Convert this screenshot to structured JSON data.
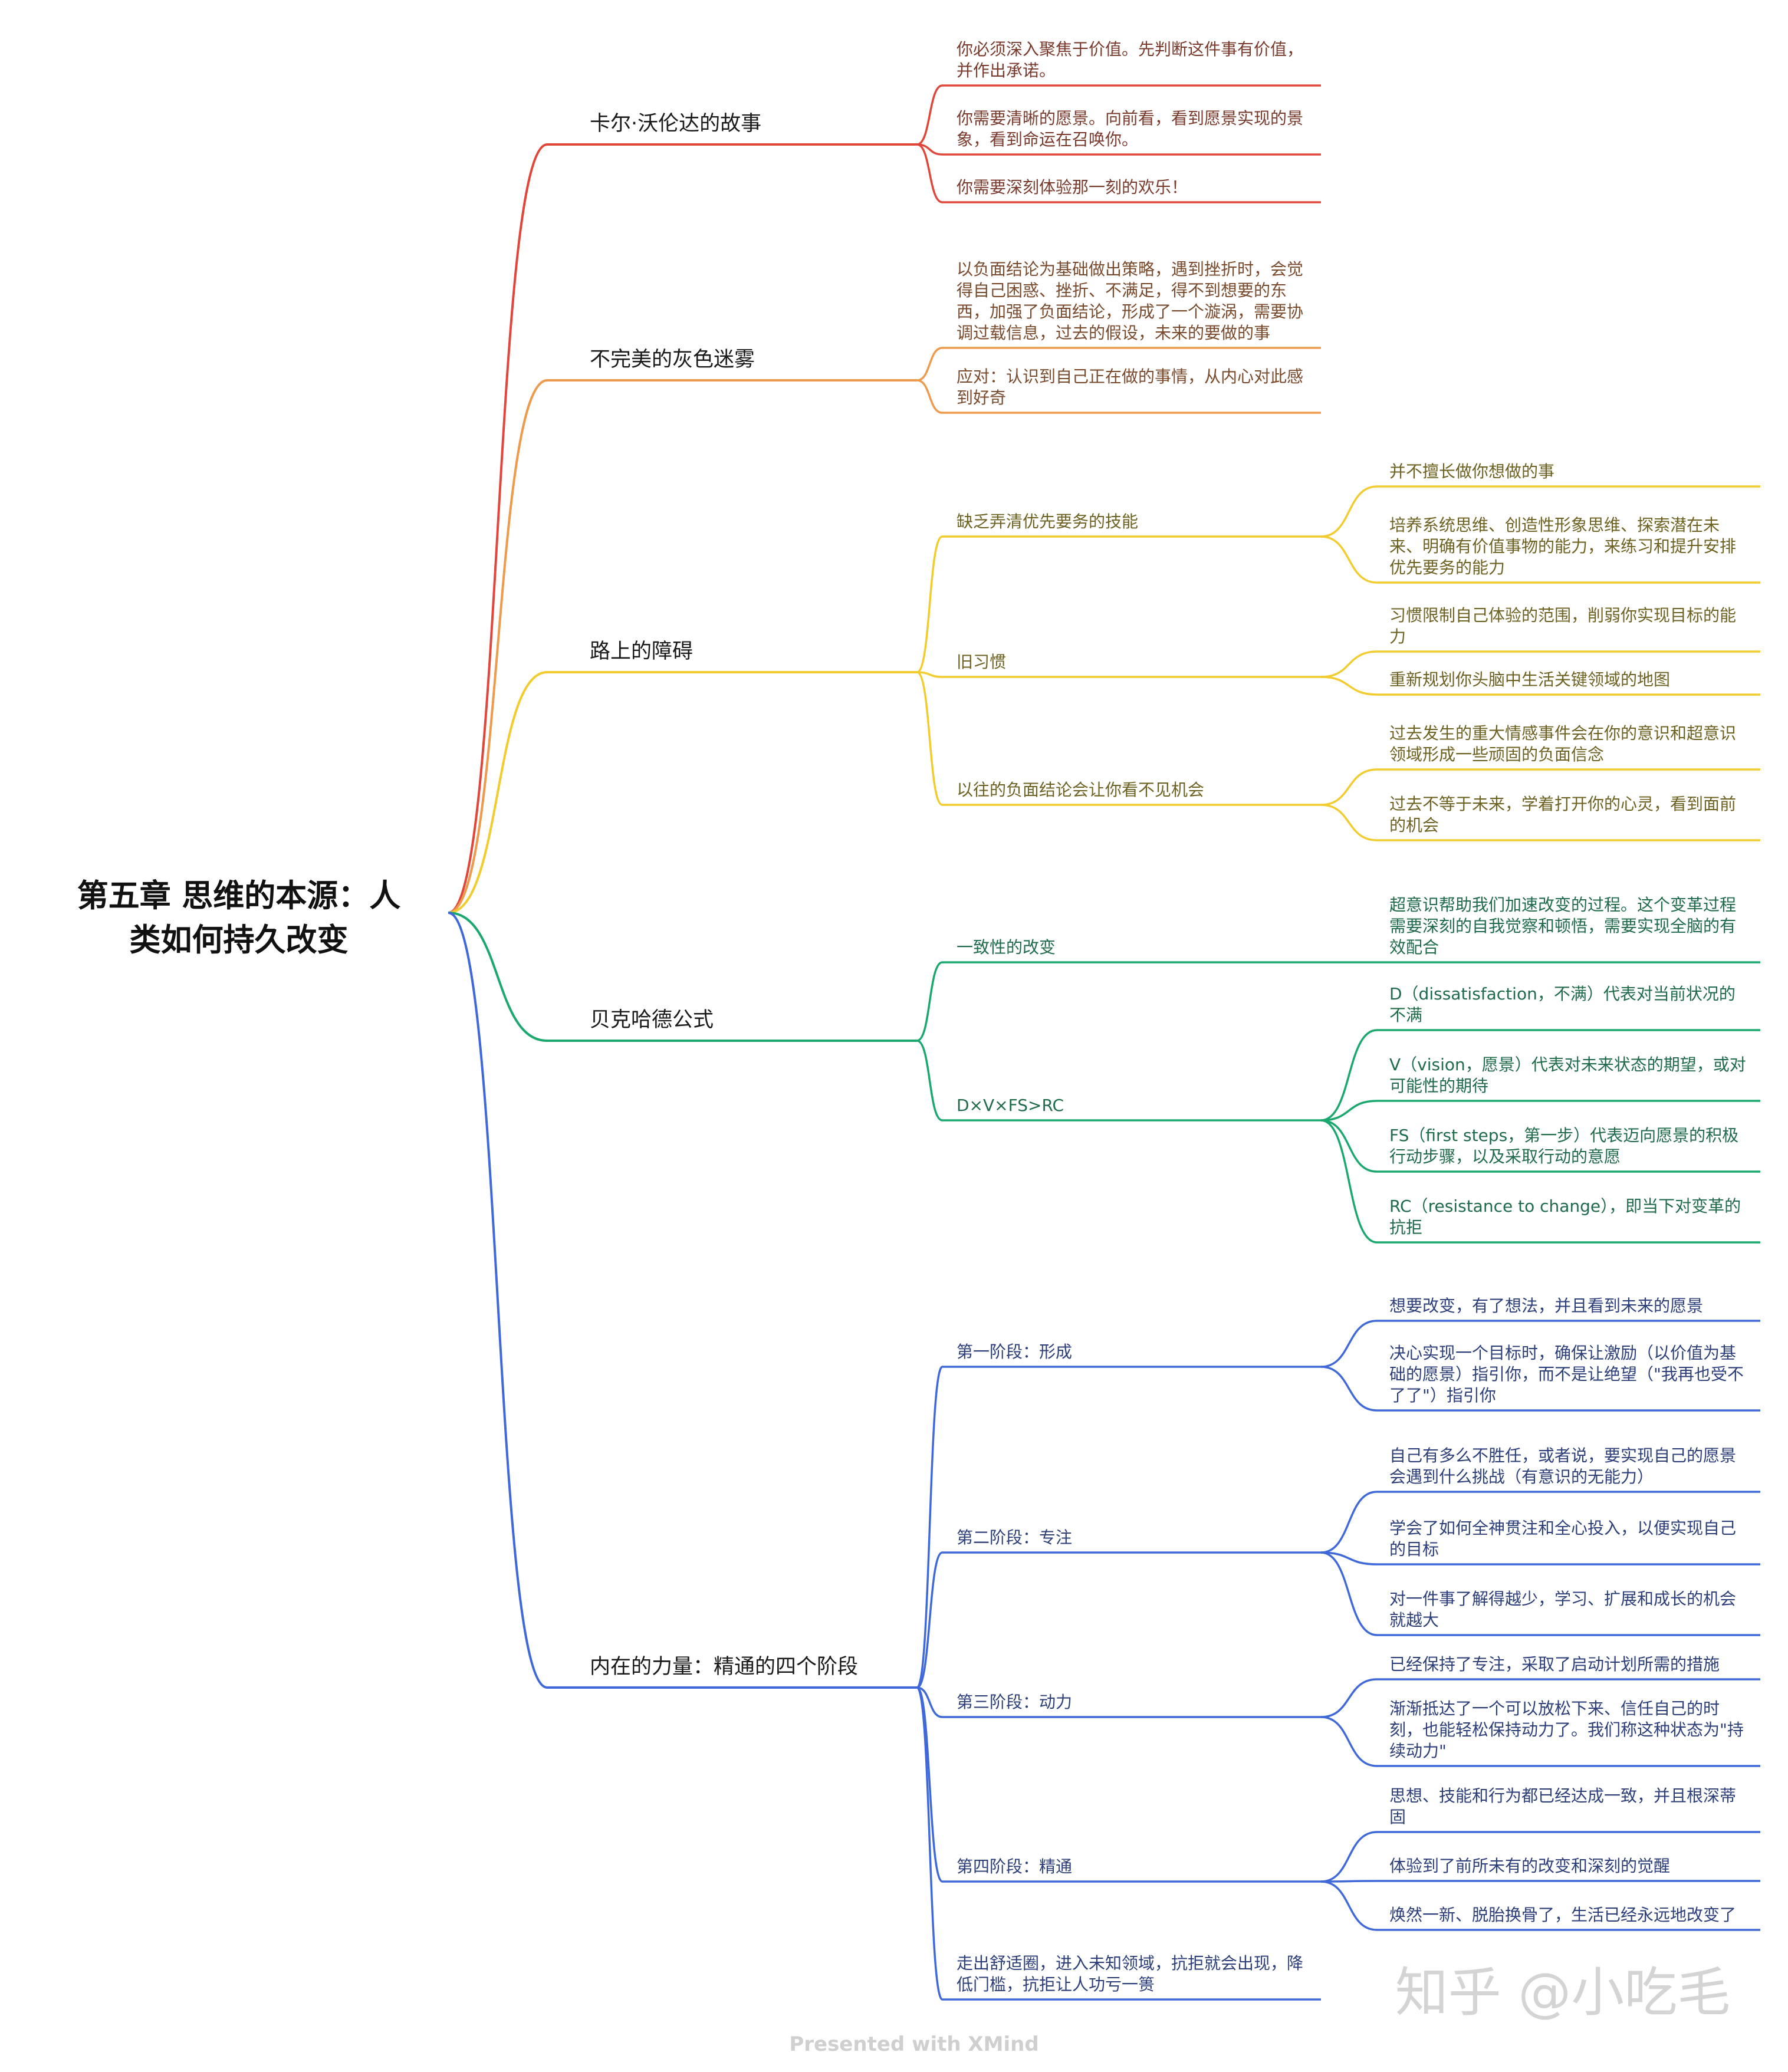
{
  "title": [
    "第五章  思维的本源：人",
    "类如何持久改变"
  ],
  "footer": {
    "presented": "Presented with XMind",
    "watermark": "知乎 @小吃毛"
  },
  "colors": {
    "branch_1": "#e0473a",
    "branch_2": "#ee9a4d",
    "branch_3": "#f2cc2e",
    "branch_4": "#1aa86e",
    "branch_5": "#3f69d8"
  },
  "branches": [
    {
      "label": "卡尔·沃伦达的故事",
      "text_color": "#7a3a2c",
      "children": [
        {
          "lines": [
            "你必须深入聚焦于价值。先判断这件事有价值，",
            "并作出承诺。"
          ]
        },
        {
          "lines": [
            "你需要清晰的愿景。向前看，看到愿景实现的景",
            "象，看到命运在召唤你。"
          ]
        },
        {
          "lines": [
            "你需要深刻体验那一刻的欢乐！"
          ]
        }
      ]
    },
    {
      "label": "不完美的灰色迷雾",
      "text_color": "#7a4a2c",
      "children": [
        {
          "lines": [
            "以负面结论为基础做出策略，遇到挫折时，会觉",
            "得自己困惑、挫折、不满足，得不到想要的东",
            "西，加强了负面结论，形成了一个漩涡，需要协",
            "调过载信息，过去的假设，未来的要做的事"
          ]
        },
        {
          "lines": [
            "应对：认识到自己正在做的事情，从内心对此感",
            "到好奇"
          ]
        }
      ]
    },
    {
      "label": "路上的障碍",
      "text_color": "#6e6222",
      "children": [
        {
          "lines": [
            "缺乏弄清优先要务的技能"
          ],
          "children": [
            {
              "lines": [
                "并不擅长做你想做的事"
              ]
            },
            {
              "lines": [
                "培养系统思维、创造性形象思维、探索潜在未",
                "来、明确有价值事物的能力，来练习和提升安排",
                "优先要务的能力"
              ]
            }
          ]
        },
        {
          "lines": [
            "旧习惯"
          ],
          "children": [
            {
              "lines": [
                "习惯限制自己体验的范围，削弱你实现目标的能",
                "力"
              ]
            },
            {
              "lines": [
                "重新规划你头脑中生活关键领域的地图"
              ]
            }
          ]
        },
        {
          "lines": [
            "以往的负面结论会让你看不见机会"
          ],
          "children": [
            {
              "lines": [
                "过去发生的重大情感事件会在你的意识和超意识",
                "领域形成一些顽固的负面信念"
              ]
            },
            {
              "lines": [
                "过去不等于未来，学着打开你的心灵，看到面前",
                "的机会"
              ]
            }
          ]
        }
      ]
    },
    {
      "label": "贝克哈德公式",
      "text_color": "#1f6b4a",
      "children": [
        {
          "lines": [
            "一致性的改变"
          ],
          "children": [
            {
              "lines": [
                "超意识帮助我们加速改变的过程。这个变革过程",
                "需要深刻的自我觉察和顿悟，需要实现全脑的有",
                "效配合"
              ]
            }
          ]
        },
        {
          "lines": [
            "D×V×FS>RC"
          ],
          "children": [
            {
              "lines": [
                "D（dissatisfaction，不满）代表对当前状况的",
                "不满"
              ]
            },
            {
              "lines": [
                "V（vision，愿景）代表对未来状态的期望，或对",
                "可能性的期待"
              ]
            },
            {
              "lines": [
                "FS（first steps，第一步）代表迈向愿景的积极",
                "行动步骤，以及采取行动的意愿"
              ]
            },
            {
              "lines": [
                "RC（resistance to change），即当下对变革的",
                "抗拒"
              ]
            }
          ]
        }
      ]
    },
    {
      "label": "内在的力量：精通的四个阶段",
      "text_color": "#2c3f7a",
      "children": [
        {
          "lines": [
            "第一阶段：形成"
          ],
          "children": [
            {
              "lines": [
                "想要改变，有了想法，并且看到未来的愿景"
              ]
            },
            {
              "lines": [
                "决心实现一个目标时，确保让激励（以价值为基",
                "础的愿景）指引你，而不是让绝望（\"我再也受不",
                "了了\"）指引你"
              ]
            }
          ]
        },
        {
          "lines": [
            "第二阶段：专注"
          ],
          "children": [
            {
              "lines": [
                "自己有多么不胜任，或者说，要实现自己的愿景",
                "会遇到什么挑战（有意识的无能力）"
              ]
            },
            {
              "lines": [
                "学会了如何全神贯注和全心投入，以便实现自己",
                "的目标"
              ]
            },
            {
              "lines": [
                "对一件事了解得越少，学习、扩展和成长的机会",
                "就越大"
              ]
            }
          ]
        },
        {
          "lines": [
            "第三阶段：动力"
          ],
          "children": [
            {
              "lines": [
                "已经保持了专注，采取了启动计划所需的措施"
              ]
            },
            {
              "lines": [
                "渐渐抵达了一个可以放松下来、信任自己的时",
                "刻，也能轻松保持动力了。我们称这种状态为\"持",
                "续动力\""
              ]
            }
          ]
        },
        {
          "lines": [
            "第四阶段：精通"
          ],
          "children": [
            {
              "lines": [
                "思想、技能和行为都已经达成一致，并且根深蒂",
                "固"
              ]
            },
            {
              "lines": [
                "体验到了前所未有的改变和深刻的觉醒"
              ]
            },
            {
              "lines": [
                "焕然一新、脱胎换骨了，生活已经永远地改变了"
              ]
            }
          ]
        },
        {
          "lines": [
            "走出舒适圈，进入未知领域，抗拒就会出现，降",
            "低门槛，抗拒让人功亏一篑"
          ]
        }
      ]
    }
  ]
}
